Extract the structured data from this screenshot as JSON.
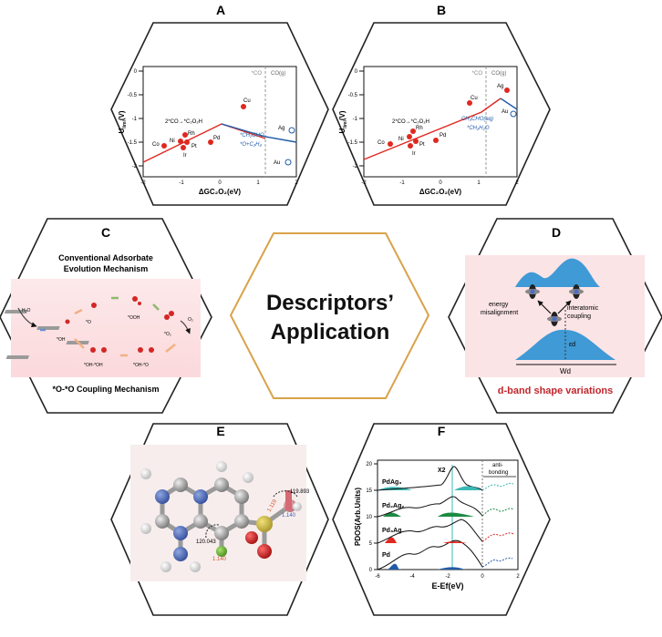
{
  "center": {
    "line1": "Descriptors’",
    "line2": "Application"
  },
  "panels": {
    "A": {
      "letter": "A",
      "xlabel": "ΔGC₂O₂(eV)",
      "ylabel": "U",
      "ylabel_sub": "limi",
      "ylabel_unit": "(V)",
      "yticks": [
        "0",
        "-0.5",
        "-1",
        "-1.5",
        "-2"
      ],
      "xticks": [
        "-2",
        "-1",
        "0",
        "1",
        "2"
      ],
      "region_left": "*CO",
      "region_right": "CO(g)",
      "reaction_red": "2*CO→*C₂O₂H",
      "reaction_blue_1": "*CH₂CHO",
      "reaction_blue_2": "*O+C₂H₄",
      "metals": [
        "Co",
        "Ni",
        "Rh",
        "Pt",
        "Ir",
        "Pd",
        "Cu",
        "Ag",
        "Au"
      ]
    },
    "B": {
      "letter": "B",
      "xlabel": "ΔGC₂O₂(eV)",
      "ylabel": "U",
      "ylabel_sub": "limi",
      "ylabel_unit": "(V)",
      "yticks": [
        "0",
        "-0.5",
        "-1",
        "-1.5",
        "-2"
      ],
      "xticks": [
        "-2",
        "-1",
        "0",
        "1",
        "2"
      ],
      "region_left": "*CO",
      "region_right": "CO(g)",
      "reaction_red": "2*CO→*C₂O₂H",
      "reaction_blue_1": "CH₃CHO(aq)",
      "reaction_blue_2": "*CH₂H₂O",
      "metals": [
        "Co",
        "Ni",
        "Rh",
        "Pt",
        "Ir",
        "Pd",
        "Cu",
        "Ag",
        "Au"
      ]
    },
    "C": {
      "letter": "C",
      "title_1": "Conventional Adsorbate",
      "title_2": "Evolution Mechanism",
      "bottom": "*O-*O Coupling Mechanism",
      "species": [
        "H₂O",
        "*OH",
        "*O",
        "*OOH",
        "*O₂",
        "O₂",
        "*OH-*OH",
        "*OH-*O"
      ]
    },
    "D": {
      "letter": "D",
      "label_energy_1": "energy",
      "label_energy_2": "misalignment",
      "label_interatomic_1": "interatomic",
      "label_interatomic_2": "coupling",
      "label_epsilon": "εd",
      "label_width": "Wd",
      "caption": "d-band shape variations"
    },
    "E": {
      "letter": "E",
      "annotations": [
        "119.893",
        "1.119",
        "1.140",
        "120.043",
        "1.140"
      ]
    },
    "F": {
      "letter": "F",
      "ylabel": "PDOS(Arb.Units)",
      "xlabel": "E-Ef(eV)",
      "yticks": [
        "0",
        "5",
        "10",
        "15",
        "20"
      ],
      "xticks": [
        "-6",
        "-4",
        "-2",
        "0",
        "2"
      ],
      "series_labels": [
        "PdAg₃",
        "Pd₂Ag₂",
        "Pd₃Ag",
        "Pd"
      ],
      "x2": "X2",
      "anti_1": "anti-",
      "anti_2": "bonding"
    }
  },
  "colors": {
    "hex_border": "#222222",
    "center_border": "#d9a24a",
    "red": "#e0281f",
    "blue": "#1f5ba8",
    "teal": "#3ab8b5",
    "green": "#1d8a42",
    "darkred": "#c0262d"
  }
}
